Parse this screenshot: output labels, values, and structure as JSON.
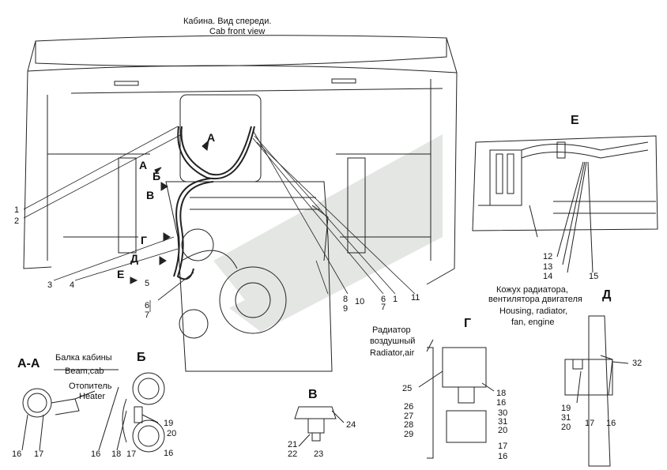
{
  "title_ru": "Кабина. Вид спереди.",
  "title_en": "Cab front view",
  "view_labels": {
    "E": "Е",
    "AA": "А-А",
    "B_ru": "Б",
    "V": "В",
    "G": "Г",
    "D": "Д",
    "arrow_A": "А",
    "arrow_A2": "А",
    "arrow_B": "Б",
    "arrow_V": "В",
    "arrow_G": "Г",
    "arrow_D": "Д",
    "arrow_E": "Е"
  },
  "notes": {
    "beam_ru": "Балка кабины",
    "beam_en": "Beam,cab",
    "heater_ru": "Отопитель",
    "heater_en": "Heater",
    "radiator_ru_1": "Радиатор",
    "radiator_ru_2": "воздушный",
    "radiator_en": "Radiator,air",
    "housing_ru_1": "Кожух радиатора,",
    "housing_ru_2": "вентилятора двигателя",
    "housing_en_1": "Housing, radiator,",
    "housing_en_2": "fan, engine"
  },
  "callouts": {
    "main": {
      "n1": "1",
      "n2": "2",
      "n3": "3",
      "n4": "4",
      "n5": "5",
      "n6": "6",
      "n7": "7",
      "n8": "8",
      "n9": "9",
      "n10": "10",
      "n6b": "6",
      "n7b": "7",
      "n1b": "1",
      "n11": "11"
    },
    "e_view": {
      "n12": "12",
      "n13": "13",
      "n14": "14",
      "n15": "15"
    },
    "aa_view": {
      "n16": "16",
      "n17": "17"
    },
    "b_view": {
      "n16a": "16",
      "n18": "18",
      "n17": "17",
      "n19": "19",
      "n20": "20",
      "n16b": "16"
    },
    "v_view": {
      "n24": "24",
      "n21": "21",
      "n22": "22",
      "n23": "23"
    },
    "g_view": {
      "n25": "25",
      "n18": "18",
      "n16a": "16",
      "n26": "26",
      "n27": "27",
      "n28": "28",
      "n29": "29",
      "n30": "30",
      "n31": "31",
      "n20": "20",
      "n17": "17",
      "n16b": "16"
    },
    "d_view": {
      "n32": "32",
      "n19": "19",
      "n31": "31",
      "n20": "20",
      "n17": "17",
      "n16": "16"
    }
  }
}
